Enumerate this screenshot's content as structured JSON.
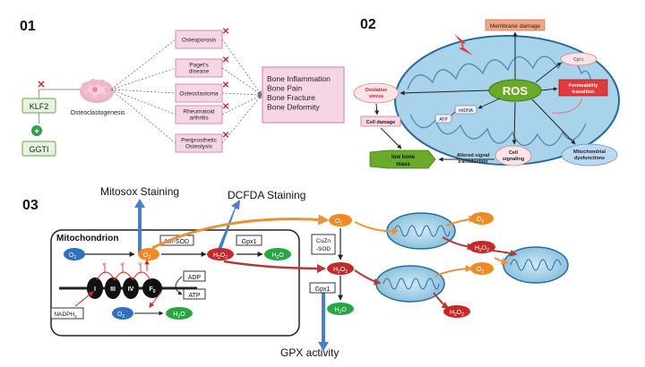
{
  "panel1": {
    "number": "01",
    "klf2": "KLF2",
    "ggti": "GGTI",
    "process": "Osteoclastogenesis",
    "diseases": [
      {
        "lines": [
          "Osteoporosis"
        ]
      },
      {
        "lines": [
          "Paget's",
          "disease"
        ]
      },
      {
        "lines": [
          "Osteoclastoma"
        ]
      },
      {
        "lines": [
          "Rheumatoid",
          "arthritis"
        ]
      },
      {
        "lines": [
          "Periprosthetic",
          "Osteolysis"
        ]
      }
    ],
    "outcomes": [
      "Bone Inflammation",
      "Bone Pain",
      "Bone Fracture",
      "Bone Deformity"
    ],
    "inhibit_mark": "✕",
    "plus_mark": "+"
  },
  "panel2": {
    "number": "02",
    "ros": "ROS",
    "membrane_damage": "Membrane damage",
    "cyt_c": "Cyt c",
    "permeability": [
      "Permeability",
      "transition"
    ],
    "oxidative_stress": [
      "Oxidative",
      "stress"
    ],
    "cell_damage": "Cell damage",
    "mtdna": "mtDNA",
    "atp": "ATP",
    "low_bone_mass": [
      "low bone",
      "mass"
    ],
    "altered_signal": [
      "Altered signal",
      "transduction"
    ],
    "cell_signaling": [
      "Cell",
      "signaling"
    ],
    "mito_dysfunctions": [
      "Mitochondrial",
      "dysfunctions"
    ]
  },
  "panel3": {
    "number": "03",
    "mitosox": "Mitosox Staining",
    "dcfda": "DCFDA Staining",
    "gpx_activity": "GPX activity",
    "mitochondrion": "Mitochondrion",
    "o2": "O",
    "o2_sub": "2",
    "o2_sup": "-",
    "mn_sod": "Mn-SOD",
    "gpx1": "Gpx1",
    "h2o2_h": "H",
    "h2o2_2": "2",
    "h2o2_o": "O",
    "h2o": "H",
    "h2o_sub": "2",
    "h2o_o": "O",
    "cuzn": [
      "CuZn",
      "-SOD"
    ],
    "adp": "ADP",
    "atp": "ATP",
    "nadph": "NADPH",
    "nadph_sub": "2",
    "complexes": [
      "I",
      "III",
      "IV",
      "F"
    ],
    "complex_sub": "0",
    "electron": "e"
  },
  "colors": {
    "blue_o2": "#2f6fc4",
    "orange_o2": "#f08a24",
    "red_h2o2": "#c8282a",
    "green_h2o": "#27a744",
    "arrow_blue": "#4a7fc1",
    "arrow_orange": "#e8923a",
    "arrow_red": "#b23a3a",
    "pink_box": "#f6d6e4",
    "pink_border": "#d98cb0",
    "green_box": "#e7f3dc",
    "green_border": "#7fb86a",
    "mito_blue": "#a9d3ea",
    "ros_green": "#6aaa2a"
  }
}
